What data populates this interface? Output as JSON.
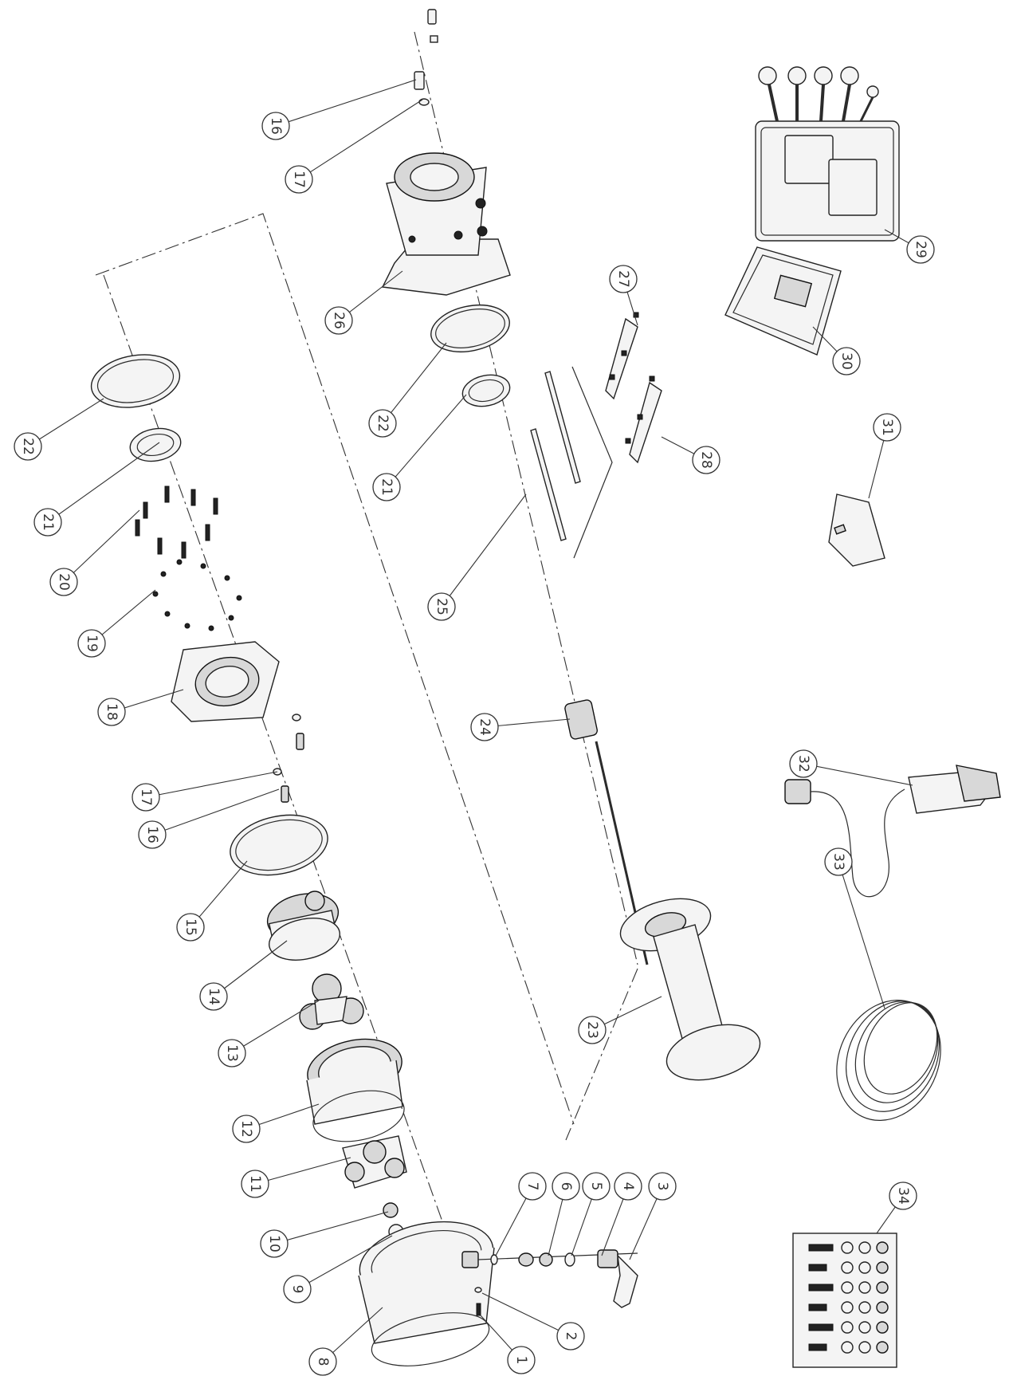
{
  "callouts": [
    "1",
    "2",
    "3",
    "4",
    "5",
    "6",
    "7",
    "8",
    "9",
    "10",
    "11",
    "12",
    "13",
    "14",
    "15",
    "16",
    "16",
    "17",
    "17",
    "18",
    "19",
    "20",
    "21",
    "21",
    "22",
    "22",
    "23",
    "24",
    "25",
    "26",
    "27",
    "28",
    "29",
    "30",
    "31",
    "32",
    "33",
    "34"
  ]
}
